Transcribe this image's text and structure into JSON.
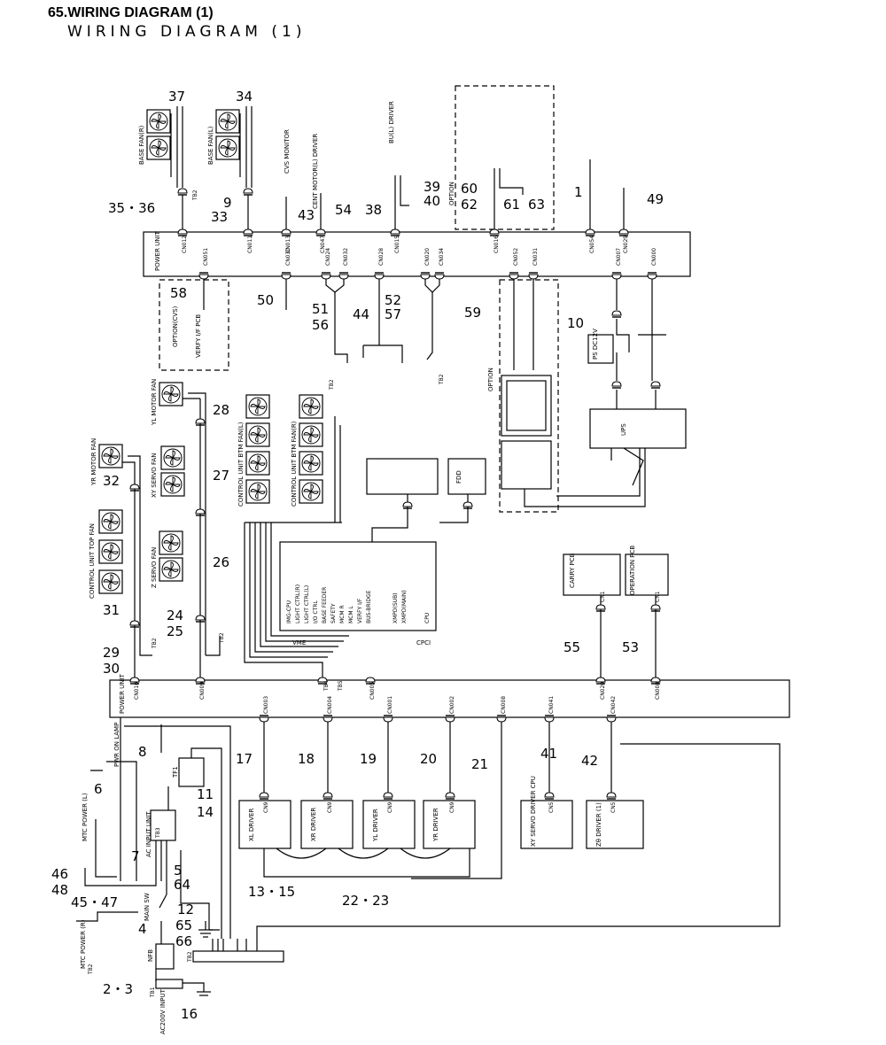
{
  "header": {
    "title": "65.WIRING DIAGRAM (1)",
    "subtitle": "WIRING DIAGRAM (1)"
  },
  "components": {
    "power_unit_top": "POWER UNIT",
    "power_unit_bottom": "POWER UNIT",
    "base_fan_r": "BASE FAN(R)",
    "base_fan_l": "BASE FAN(L)",
    "cvs_monitor": "CVS MONITOR",
    "cent_motor": "CENT MOTOR(L) DRIVER",
    "bu_driver": "BU(L) DRIVER",
    "option_driver": "OPTION",
    "verify_pcb": "VERFY I/F PCB",
    "option_cvs": "OPTION(CVS)",
    "option_monitor": "OPTION",
    "ps_dc12v": "PS DC12V",
    "ups": "UPS",
    "fdd": "FDD",
    "carry_pcb": "CARRY PCB",
    "operation_pcb": "OPERATION PCB",
    "yl_motor_fan": "YL MOTOR FAN",
    "yr_motor_fan": "YR MOTOR FAN",
    "xy_servo_fan": "XY SERVO FAN",
    "ctrl_top_fan": "CONTROL UNIT TOP FAN",
    "z_servo_fan": "Z SERVO FAN",
    "ctrl_btm_fan_l": "CONTROL UNIT BTM FAN(L)",
    "ctrl_btm_fan_r": "CONTROL UNIT BTM FAN(R)",
    "cards": [
      "IMG-CPU",
      "LIGHT CTRL(R)",
      "LIGHT CTRL(L)",
      "I/O CTRL",
      "BASE FEEDER",
      "SAFETY",
      "MCM R",
      "MCM L",
      "VERFY I/F",
      "BUS-BRIDGE",
      "XMPD(SUB)",
      "XMPD(MAIN)",
      "CPU"
    ],
    "vme": "VME",
    "cpci": "CPCI",
    "pwr_on_lamp": "PWR ON LAMP",
    "mtc_power_l": "MTC POWER (L)",
    "mtc_power_r": "MTC POWER (R)",
    "ac_input_unit": "AC INPUT UNIT",
    "main_sw": "MAIN SW",
    "nfb": "NFB",
    "ac_input": "AC200V INPUT",
    "tf1": "TF1",
    "drivers": [
      "XL DRIVER",
      "XR DRIVER",
      "YL DRIVER",
      "YR DRIVER"
    ],
    "xy_servo_cpu": "XY SERVO DRIVER CPU",
    "z_driver": "Zθ DRIVER (1)"
  },
  "numbers": {
    "n37": "37",
    "n34": "34",
    "n35_36": "35・36",
    "n9": "9",
    "n33": "33",
    "n43": "43",
    "n54": "54",
    "n39": "39",
    "n40": "40",
    "n38": "38",
    "n60": "60",
    "n62": "62",
    "n61": "61",
    "n63": "63",
    "n1": "1",
    "n49": "49",
    "n58": "58",
    "n50": "50",
    "n51": "51",
    "n56": "56",
    "n44": "44",
    "n52": "52",
    "n57": "57",
    "n59": "59",
    "n10": "10",
    "n28": "28",
    "n32": "32",
    "n27": "27",
    "n26": "26",
    "n24": "24",
    "n25": "25",
    "n31": "31",
    "n29": "29",
    "n30": "30",
    "n55": "55",
    "n53": "53",
    "n8": "8",
    "n6": "6",
    "n11": "11",
    "n14": "14",
    "n7": "7",
    "n5": "5",
    "n64": "64",
    "n46": "46",
    "n48": "48",
    "n45_47": "45・47",
    "n12": "12",
    "n4": "4",
    "n65": "65",
    "n66": "66",
    "n13_15": "13・15",
    "n22_23": "22・23",
    "n2_3": "2・3",
    "n16": "16",
    "n17": "17",
    "n18": "18",
    "n19": "19",
    "n20": "20",
    "n21": "21",
    "n41": "41",
    "n42": "42"
  },
  "tags": {
    "tb2": "TB2",
    "tb1": "TB1",
    "tb3": "TB3",
    "tb4": "TB4",
    "tb5": "TB5",
    "cn012": "CN012",
    "cn011": "CN011",
    "cn013": "CN013",
    "cn047": "CN047",
    "cn015": "CN015",
    "cn016": "CN016",
    "cn054": "CN054",
    "cn029": "CN029",
    "cn051": "CN051",
    "cn030": "CN030",
    "cn024": "CN024",
    "cn032": "CN032",
    "cn028": "CN028",
    "cn020": "CN020",
    "cn034": "CN034",
    "cn052": "CN052",
    "cn031": "CN031",
    "cn007": "CN007",
    "cn000": "CN000",
    "cn001": "CN001",
    "cn003": "CN003",
    "cn004": "CN004",
    "cn002": "CN002",
    "cn008": "CN008",
    "cn041": "CN041",
    "cn042": "CN042",
    "cn010": "CN010",
    "cn009": "CN009",
    "cn005": "CN005",
    "cn6": "CN6",
    "cn8": "CN8",
    "cn9": "CN9",
    "cn5": "CN5",
    "cn1": "CN1"
  }
}
